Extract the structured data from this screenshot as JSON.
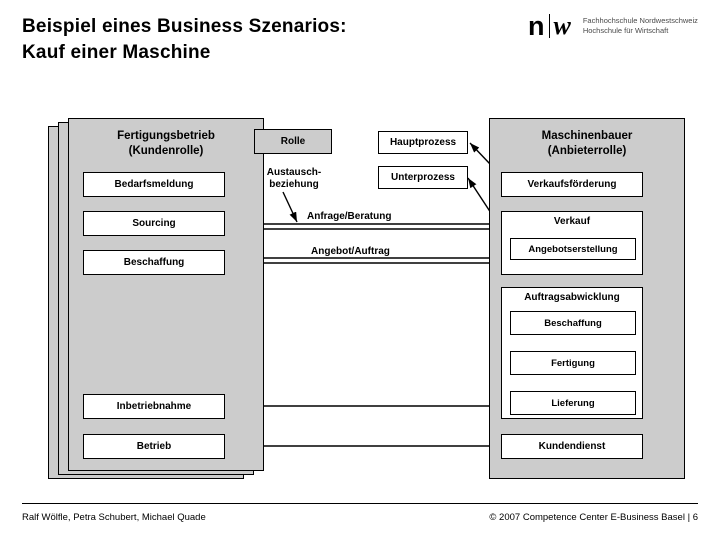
{
  "title": {
    "line1": "Beispiel eines Business Szenarios:",
    "line2": "Kauf einer Maschine"
  },
  "logo": {
    "mark_left": "n",
    "mark_right": "w",
    "text_line1": "Fachhochschule Nordwestschweiz",
    "text_line2": "Hochschule für Wirtschaft"
  },
  "colors": {
    "panel_gray": "#CCCCCC",
    "box_white": "#FFFFFF",
    "line_black": "#000000",
    "logo_text_gray": "#4A4A4A"
  },
  "legend": {
    "role_box": "Rolle",
    "exchange_label_line1": "Austausch-",
    "exchange_label_line2": "beziehung",
    "main_process_box": "Hauptprozess",
    "sub_process_box": "Unterprozess"
  },
  "customer_role": {
    "title_line1": "Fertigungsbetrieb",
    "title_line2": "(Kundenrolle)",
    "processes": [
      "Bedarfsmeldung",
      "Sourcing",
      "Beschaffung",
      "Inbetriebnahme",
      "Betrieb"
    ]
  },
  "supplier_role": {
    "title_line1": "Maschinenbauer",
    "title_line2": "(Anbieterrolle)",
    "processes": [
      "Verkaufsförderung",
      "Verkauf",
      "Auftragsabwicklung",
      "Kundendienst"
    ],
    "sub_processes": {
      "verkauf": [
        "Angebotserstellung"
      ],
      "auftragsabwicklung": [
        "Beschaffung",
        "Fertigung",
        "Lieferung"
      ]
    }
  },
  "exchange_relations": [
    {
      "label": "Anfrage/Beratung",
      "from": "Sourcing",
      "to": "Verkauf",
      "bidirectional": true
    },
    {
      "label": "Angebot/Auftrag",
      "from": "Beschaffung",
      "to": "Verkauf",
      "bidirectional": true
    },
    {
      "label": "",
      "from": "Lieferung",
      "to": "Inbetriebnahme",
      "bidirectional": false
    },
    {
      "label": "",
      "from": "Kundendienst",
      "to": "Betrieb",
      "bidirectional": false
    }
  ],
  "footer": {
    "authors": "Ralf Wölfle, Petra Schubert, Michael Quade",
    "copyright": "© 2007 Competence Center E-Business Basel |",
    "page": "6"
  }
}
